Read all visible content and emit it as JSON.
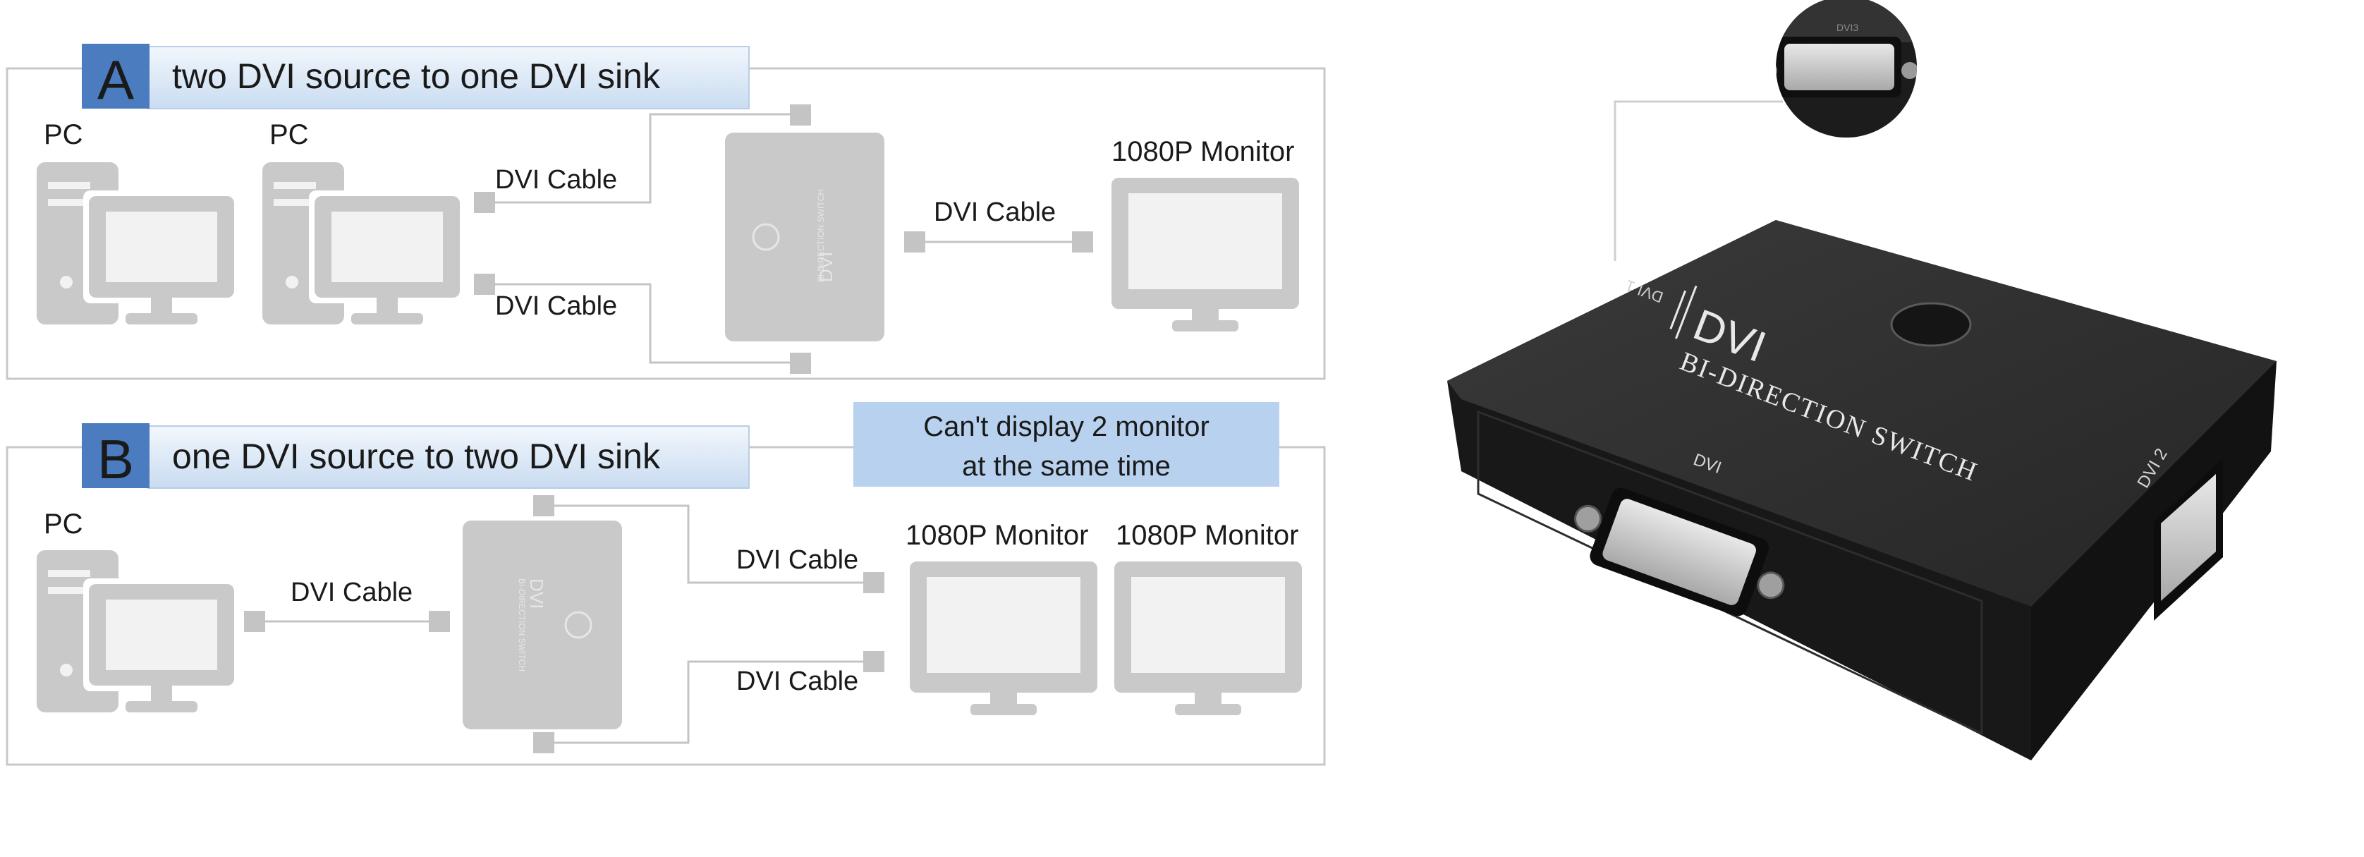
{
  "section_a": {
    "letter": "A",
    "title": "two DVI source to one DVI sink",
    "pc1_label": "PC",
    "pc2_label": "PC",
    "cable_top": "DVI Cable",
    "cable_bottom": "DVI Cable",
    "cable_out": "DVI Cable",
    "monitor_label": "1080P Monitor",
    "switch_brand": "DVI",
    "switch_sub": "BI-DIRECTION SWITCH"
  },
  "section_b": {
    "letter": "B",
    "title": "one DVI source to two DVI sink",
    "note_line1": "Can't display 2 monitor",
    "note_line2": "at the same time",
    "pc_label": "PC",
    "cable_in": "DVI Cable",
    "cable_top": "DVI Cable",
    "cable_bottom": "DVI Cable",
    "monitor1_label": "1080P Monitor",
    "monitor2_label": "1080P Monitor",
    "switch_brand": "DVI",
    "switch_sub": "BI-DIRECTION SWITCH"
  },
  "product": {
    "brand": "DVI",
    "subtitle": "BI-DIRECTION SWITCH",
    "port_front_label": "DVI",
    "port_right_label": "DVI 2",
    "port_back_label": "DVI 1",
    "port_inset_label": "DVI3"
  },
  "colors": {
    "accent_blue": "#4a7cbf",
    "title_bar_blue": "#dce8f6",
    "note_blue": "#b7d1ee",
    "diagram_gray": "#c9c9c9",
    "device_body": "#2b2b2b"
  }
}
